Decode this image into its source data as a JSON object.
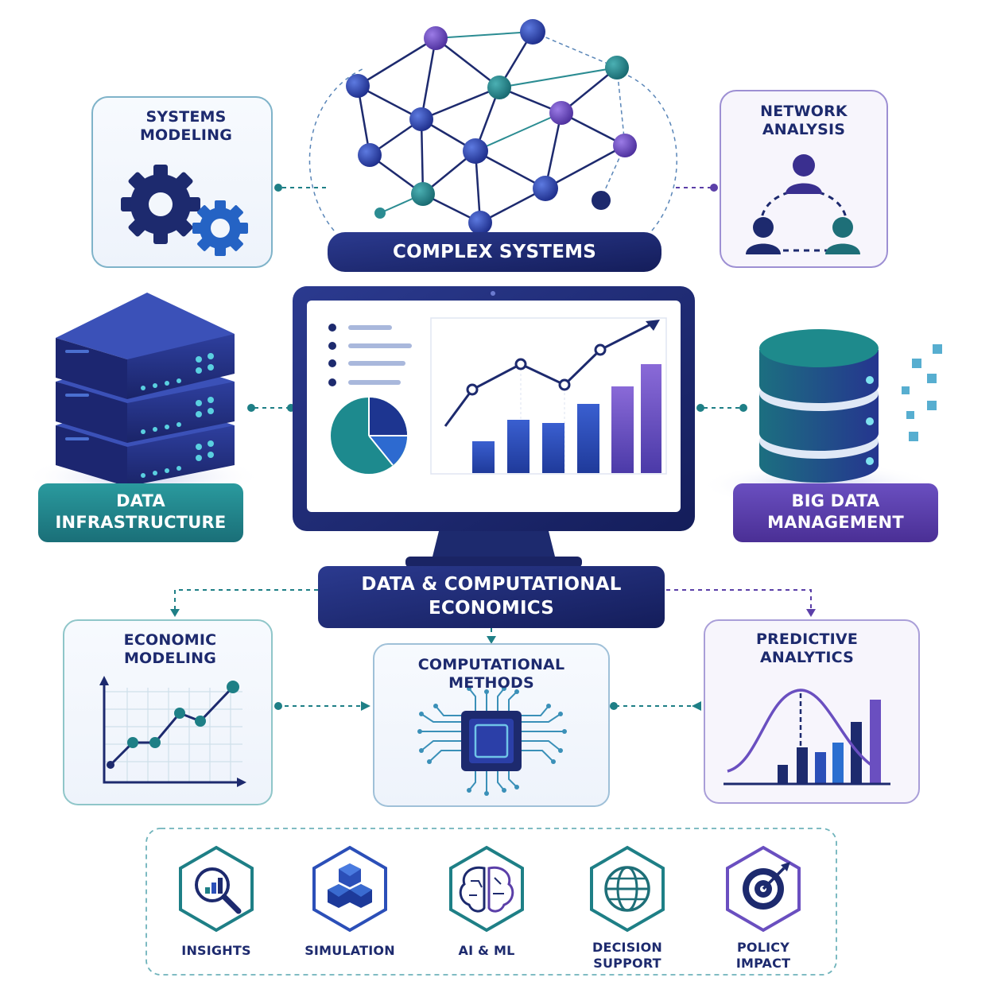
{
  "diagram": {
    "top_banner": "COMPLEX SYSTEMS",
    "center_banner": [
      "DATA & COMPUTATIONAL",
      "ECONOMICS"
    ],
    "cards": {
      "systems_modeling": [
        "SYSTEMS",
        "MODELING"
      ],
      "network_analysis": [
        "NETWORK",
        "ANALYSIS"
      ],
      "data_infrastructure": [
        "DATA",
        "INFRASTRUCTURE"
      ],
      "big_data_management": [
        "BIG DATA",
        "MANAGEMENT"
      ],
      "economic_modeling": [
        "ECONOMIC",
        "MODELING"
      ],
      "computational_methods": [
        "COMPUTATIONAL",
        "METHODS"
      ],
      "predictive_analytics": [
        "PREDICTIVE",
        "ANALYTICS"
      ]
    },
    "outcomes": [
      {
        "label": [
          "INSIGHTS"
        ],
        "icon": "magnifier-chart-icon"
      },
      {
        "label": [
          "SIMULATION"
        ],
        "icon": "cubes-icon"
      },
      {
        "label": [
          "AI & ML"
        ],
        "icon": "brain-icon"
      },
      {
        "label": [
          "DECISION",
          "SUPPORT"
        ],
        "icon": "globe-icon"
      },
      {
        "label": [
          "POLICY",
          "IMPACT"
        ],
        "icon": "target-icon"
      }
    ],
    "colors": {
      "navy": "#1d2a6e",
      "teal": "#1e7f86",
      "purple": "#5b3fa8",
      "blue": "#2b4fb8"
    }
  }
}
